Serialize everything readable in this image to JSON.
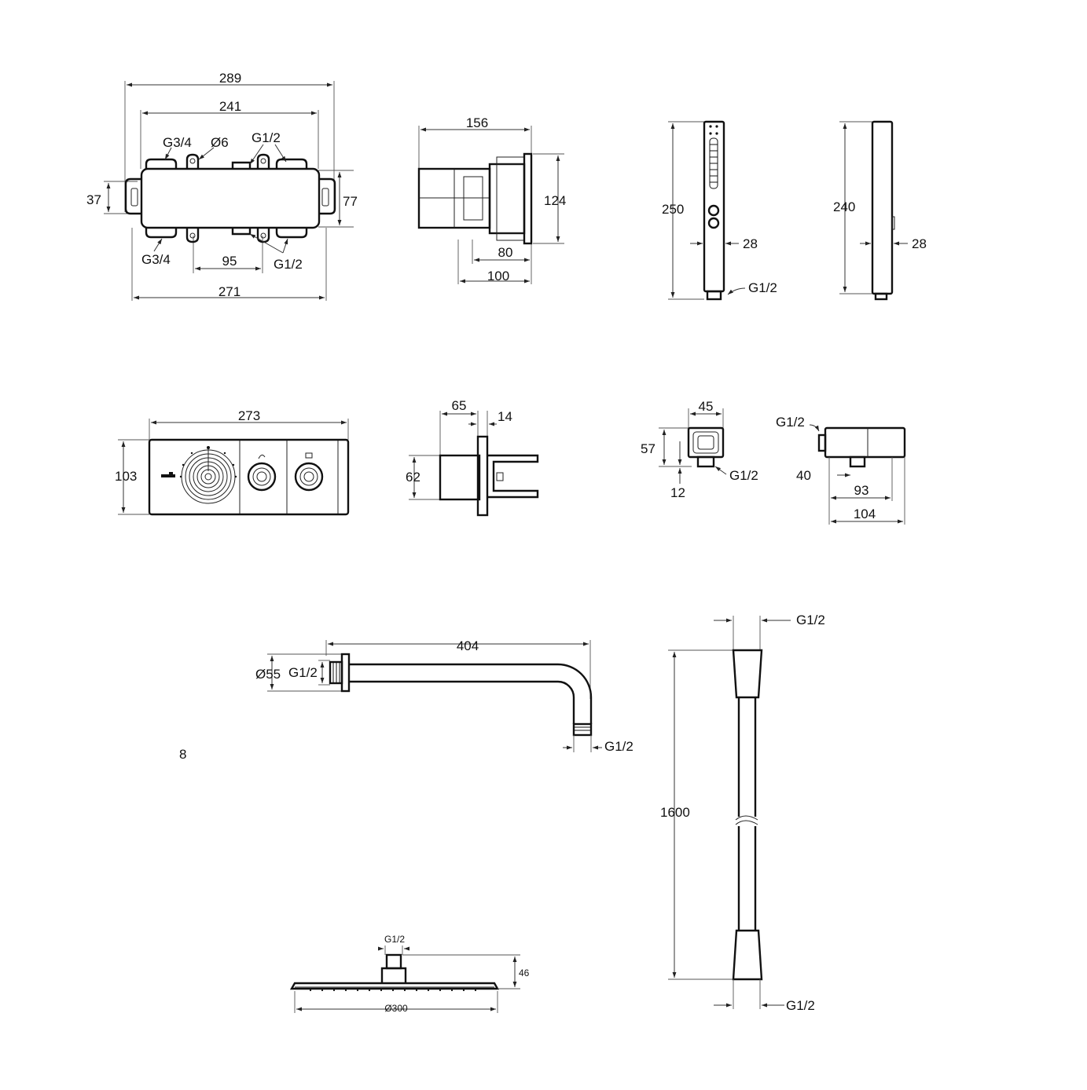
{
  "dimensions": {
    "valve_body": {
      "overall_width": "289",
      "inner_width": "241",
      "connection_top_left": "G3/4",
      "hole_diameter": "Ø6",
      "connection_top_right": "G1/2",
      "height": "77",
      "depth": "37",
      "connection_bottom_left": "G3/4",
      "center_distance": "95",
      "connection_bottom_right": "G1/2",
      "base_width": "271"
    },
    "valve_side": {
      "length": "156",
      "height": "124",
      "depth_a": "80",
      "depth_b": "100"
    },
    "hand_shower_front": {
      "length": "250",
      "width": "28",
      "connection": "G1/2"
    },
    "hand_shower_side": {
      "length": "240",
      "width": "28"
    },
    "trim_plate": {
      "width": "273",
      "height": "103"
    },
    "trim_side": {
      "depth": "65",
      "plate": "14",
      "height": "62"
    },
    "wall_outlet_front": {
      "width": "45",
      "height": "57",
      "offset": "12",
      "connection": "G1/2"
    },
    "wall_outlet_side": {
      "connection": "G1/2",
      "offset": "40",
      "depth_a": "93",
      "depth_b": "104"
    },
    "shower_arm": {
      "length": "404",
      "flange_diameter": "Ø55",
      "inlet_thread": "G1/2",
      "outlet_thread": "G1/2"
    },
    "overhead_shower": {
      "thread": "G1/2",
      "height": "46",
      "diameter": "Ø300"
    },
    "hose": {
      "top_thread": "G1/2",
      "length": "1600",
      "bottom_thread": "G1/2"
    }
  },
  "stray_mark": "8"
}
